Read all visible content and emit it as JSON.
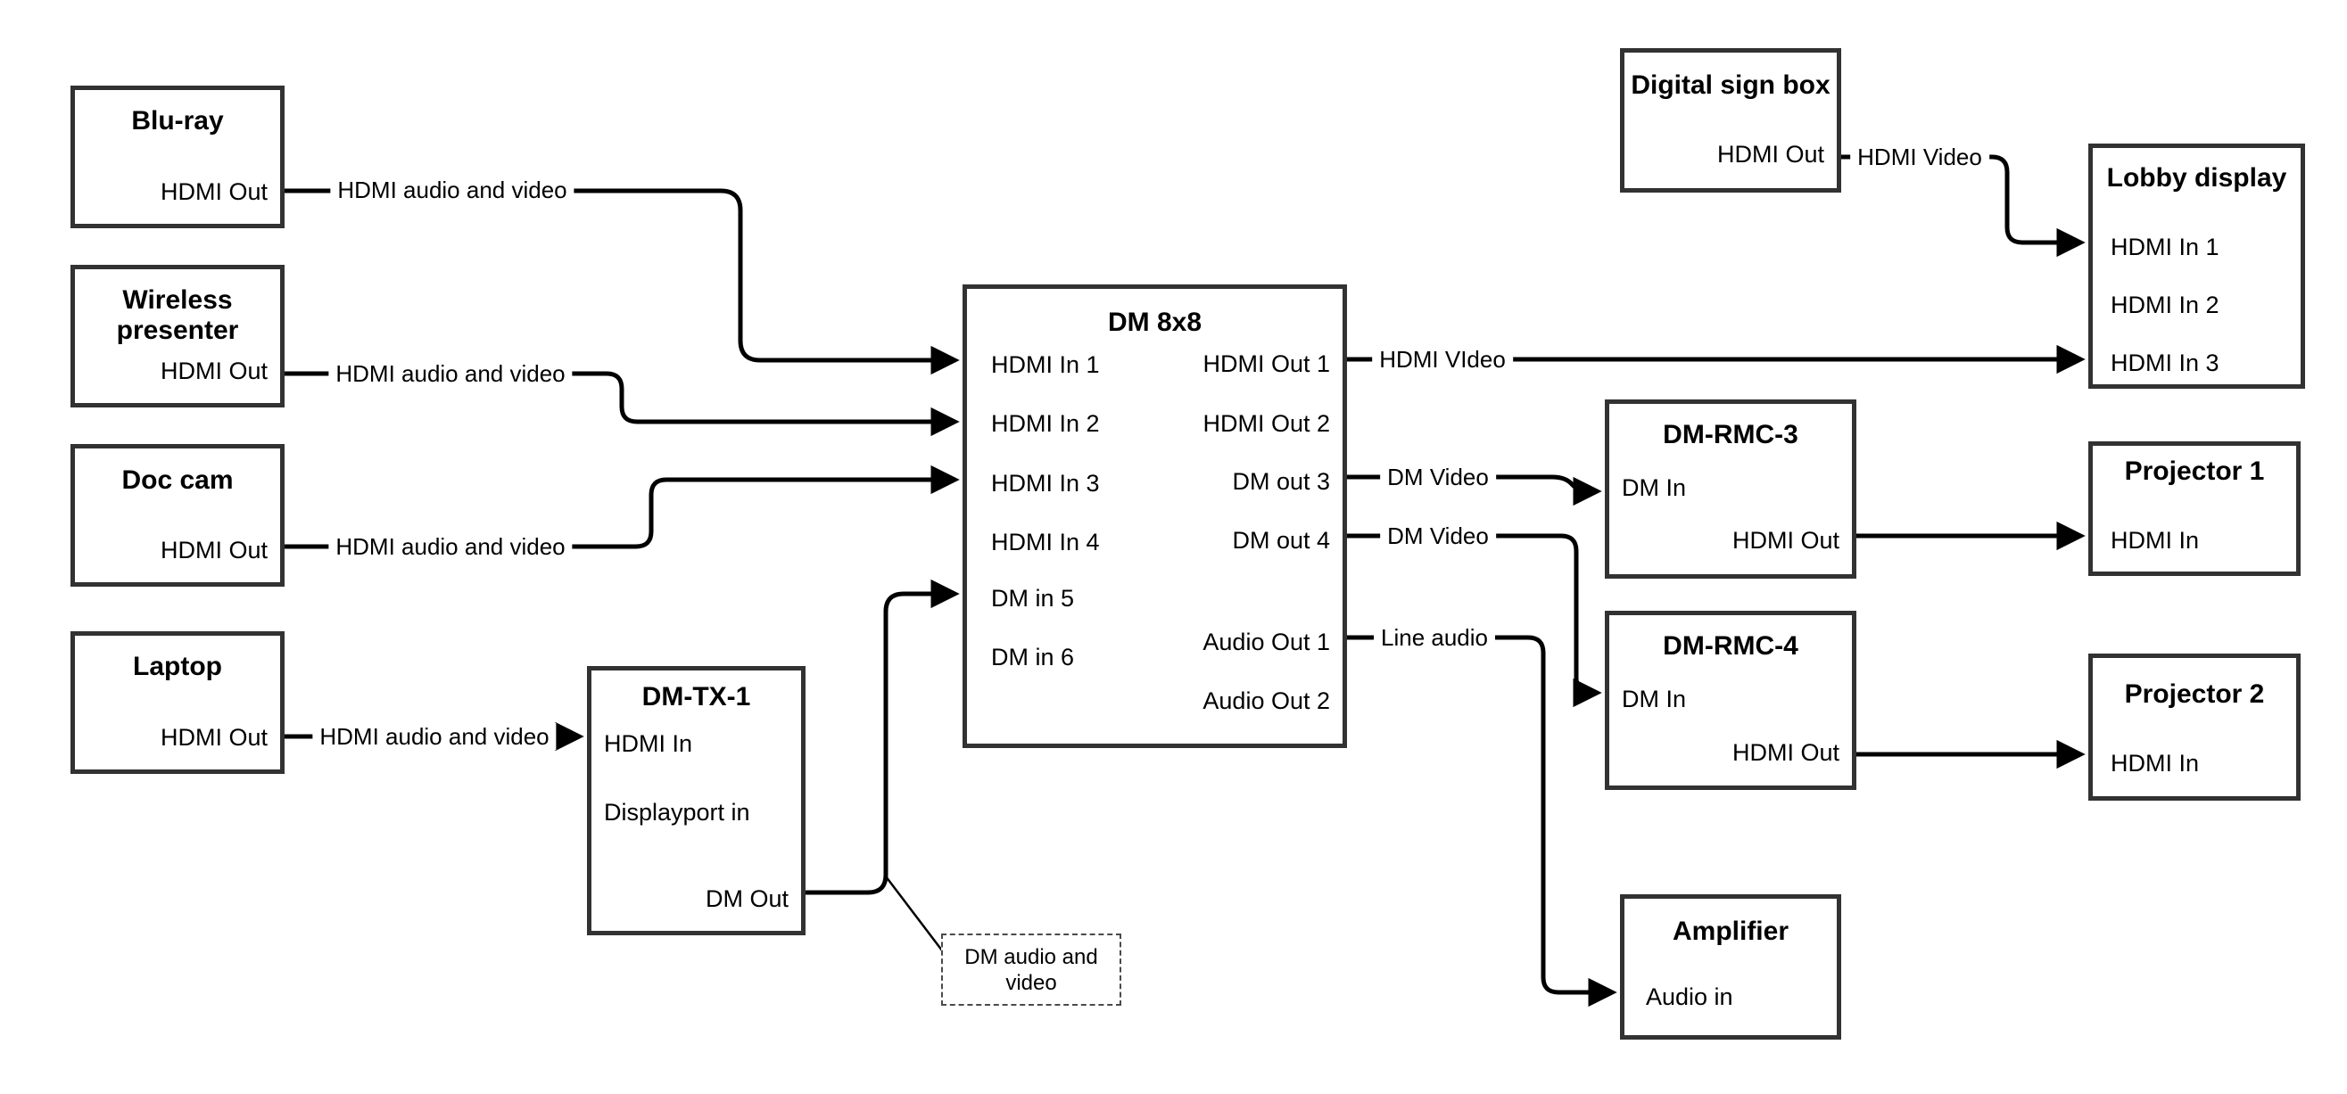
{
  "diagram": {
    "nodes": {
      "bluray": {
        "title": "Blu-ray",
        "ports": {
          "hdmi_out": "HDMI Out"
        }
      },
      "wireless": {
        "title": "Wireless presenter",
        "ports": {
          "hdmi_out": "HDMI Out"
        }
      },
      "doc_cam": {
        "title": "Doc cam",
        "ports": {
          "hdmi_out": "HDMI Out"
        }
      },
      "laptop": {
        "title": "Laptop",
        "ports": {
          "hdmi_out": "HDMI Out"
        }
      },
      "dm_tx_1": {
        "title": "DM-TX-1",
        "ports": {
          "hdmi_in": "HDMI In",
          "displayport_in": "Displayport in",
          "dm_out": "DM Out"
        }
      },
      "dm_8x8": {
        "title": "DM 8x8",
        "ports": {
          "hdmi_in_1": "HDMI In 1",
          "hdmi_in_2": "HDMI In 2",
          "hdmi_in_3": "HDMI In 3",
          "hdmi_in_4": "HDMI In 4",
          "dm_in_5": "DM in 5",
          "dm_in_6": "DM in 6",
          "hdmi_out_1": "HDMI Out 1",
          "hdmi_out_2": "HDMI Out 2",
          "dm_out_3": "DM out 3",
          "dm_out_4": "DM out 4",
          "audio_out_1": "Audio Out 1",
          "audio_out_2": "Audio Out 2"
        }
      },
      "digital_sign": {
        "title": "Digital sign box",
        "ports": {
          "hdmi_out": "HDMI Out"
        }
      },
      "lobby_display": {
        "title": "Lobby display",
        "ports": {
          "hdmi_in_1": "HDMI In 1",
          "hdmi_in_2": "HDMI In 2",
          "hdmi_in_3": "HDMI In 3"
        }
      },
      "dm_rmc_3": {
        "title": "DM-RMC-3",
        "ports": {
          "dm_in": "DM In",
          "hdmi_out": "HDMI Out"
        }
      },
      "projector_1": {
        "title": "Projector 1",
        "ports": {
          "hdmi_in": "HDMI In"
        }
      },
      "dm_rmc_4": {
        "title": "DM-RMC-4",
        "ports": {
          "dm_in": "DM In",
          "hdmi_out": "HDMI Out"
        }
      },
      "projector_2": {
        "title": "Projector 2",
        "ports": {
          "hdmi_in": "HDMI In"
        }
      },
      "amplifier": {
        "title": "Amplifier",
        "ports": {
          "audio_in": "Audio in"
        }
      }
    },
    "edge_labels": {
      "bluray_to_dm8x8": "HDMI audio and video",
      "wireless_to_dm8x8": "HDMI audio and video",
      "doccam_to_dm8x8": "HDMI audio and video",
      "laptop_to_dmtx1": "HDMI audio and video",
      "dm8x8_out1_to_lobby": "HDMI VIdeo",
      "digisign_to_lobby": "HDMI Video",
      "dm8x8_out3_to_rmc3": "DM Video",
      "dm8x8_out4_to_rmc4": "DM Video",
      "dm8x8_audio1_to_amp": "Line audio"
    },
    "note": {
      "text": "DM audio and video"
    },
    "colors": {
      "wire": "#000000",
      "box_border": "#323232",
      "background": "#ffffff"
    }
  }
}
